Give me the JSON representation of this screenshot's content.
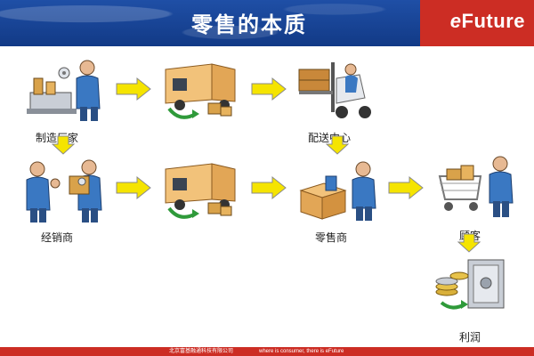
{
  "header": {
    "title": "零售的本质",
    "logo_prefix": "e",
    "logo_suffix": "Future"
  },
  "nodes": {
    "manufacturer": "制造厂家",
    "distribution_center": "配送中心",
    "distributor": "经销商",
    "retailer": "零售商",
    "customer": "顾客",
    "profit": "利润"
  },
  "footer": {
    "company": "北京富基融通科技有限公司",
    "slogan": "where is consumer, there is eFuture"
  },
  "colors": {
    "header_blue": "#1f4fa6",
    "logo_red": "#cc2d24",
    "arrow_yellow": "#f5e400",
    "arrow_outline": "#8a8a8a"
  }
}
